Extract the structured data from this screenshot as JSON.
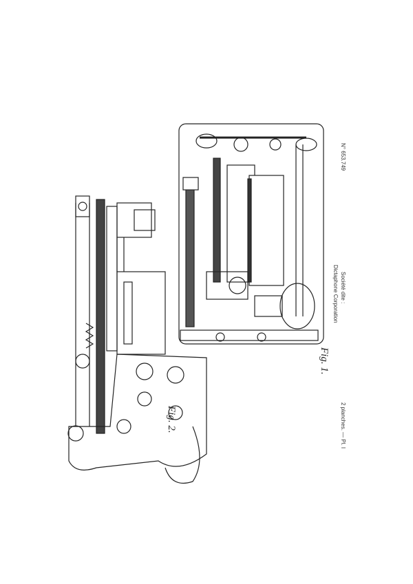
{
  "header": {
    "patent_number": "N° 653.749",
    "company_prefix": "Société dite :",
    "company": "Dictaphone Corporation",
    "sheets": "2 planches. — Pl. I"
  },
  "figures": {
    "fig1_label": "Fig. 1.",
    "fig2_label": "Fig. 2."
  }
}
